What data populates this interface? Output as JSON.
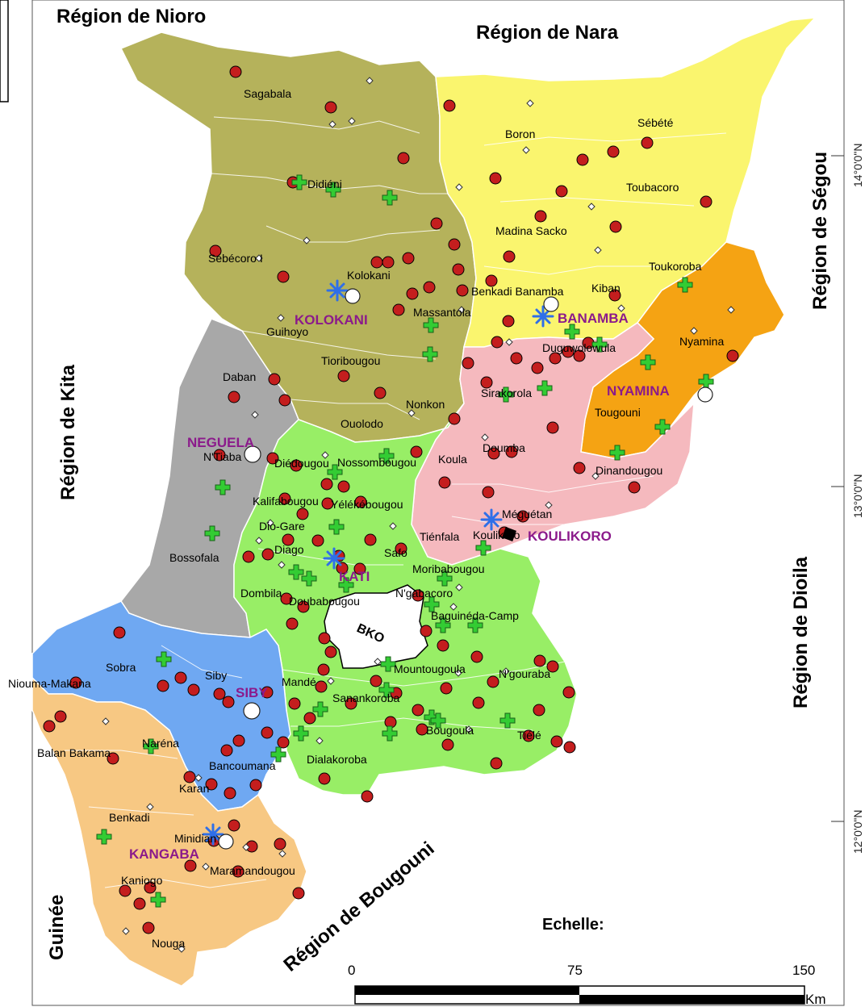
{
  "regions_around": {
    "nioro": "Région de Nioro",
    "nara": "Région de Nara",
    "segou": "Région de Ségou",
    "kita": "Région de Kita",
    "dioila": "Région de Dioila",
    "bougouni": "Région de Bougouni",
    "guinee": "Guinée"
  },
  "cercles": {
    "kolokani": "KOLOKANI",
    "banamba": "BANAMBA",
    "nyamina": "NYAMINA",
    "neguela": "NEGUELA",
    "koulikoro": "KOULIKORO",
    "kati": "KATI",
    "siby": "SIBY",
    "kangaba": "KANGABA",
    "bko": "BKO"
  },
  "places": {
    "sagabala": "Sagabala",
    "boron": "Boron",
    "sebete": "Sébété",
    "didieni": "Didiéni",
    "toubacoro": "Toubacoro",
    "madina_sacko": "Madina Sacko",
    "sebecoro": "Sébécoro I",
    "kolokani_town": "Kolokani",
    "toukoroba": "Toukoroba",
    "benkadi_banamba": "Benkadi Banamba",
    "kiban": "Kiban",
    "massantola": "Massantola",
    "guihoyo": "Guihoyo",
    "nyamina_town": "Nyamina",
    "tioribougou": "Tioribougou",
    "duguwolowula": "Duguwolowula",
    "sirakorola": "Sirakorola",
    "daban": "Daban",
    "nonkon": "Nonkon",
    "tougouni": "Tougouni",
    "ouolodo": "Ouolodo",
    "doumba": "Doumba",
    "nthiaba": "N'Tiaba",
    "diedougou": "Diédougou",
    "nossombougou": "Nossombougou",
    "koula": "Koula",
    "dinandougou": "Dinandougou",
    "kalifabougou": "Kalifabougou",
    "yelekebougou": "Yélékébougou",
    "meguetan": "Méguétan",
    "dio_gare": "Dio-Gare",
    "diago": "Diago",
    "tienfala": "Tiénfala",
    "koulikoro_town": "Koulikoro",
    "safo": "Safo",
    "bossofala": "Bossofala",
    "moribabougou": "Moribabougou",
    "dombila": "Dombila",
    "doubabougou": "Doubabougou",
    "ngabacoro": "N'gabacoro",
    "baguineda": "Baguinéda-Camp",
    "sobra": "Sobra",
    "siby_town": "Siby",
    "mande": "Mandé",
    "mountougoula": "Mountougoula",
    "ngouraba": "N'gouraba",
    "niouma_makana": "Niouma-Makana",
    "sanankoroba": "Sanankoroba",
    "balan_bakama": "Balan Bakama",
    "nerena": "Naréna",
    "bougoula": "Bougoula",
    "tiele": "Tiélé",
    "bancoumana": "Bancoumana",
    "dialakoroba": "Dialakoroba",
    "karan": "Karan",
    "benkadi": "Benkadi",
    "minidian": "Minidian",
    "maramandougou": "Maramandougou",
    "kaniogo": "Kaniogo",
    "nouga": "Nouga"
  },
  "coordinates": {
    "lat14": "14°0'0\"N",
    "lat13": "13°0'0\"N",
    "lat12": "12°0'0\"N"
  },
  "scale": {
    "title": "Echelle:",
    "tick0": "0",
    "tick1": "75",
    "tick2": "150",
    "unit": "Km"
  },
  "colors": {
    "kolokani": "#b5b25b",
    "banamba": "#faf56e",
    "nyamina": "#f5a313",
    "koulikoro": "#f5b9be",
    "neguela": "#a8a8a8",
    "kati": "#98ee66",
    "siby": "#6fa8f2",
    "kangaba": "#f7c883",
    "marker_red": "#c41e1e",
    "marker_green": "#33cc33",
    "marker_blue": "#2f6fe8"
  }
}
